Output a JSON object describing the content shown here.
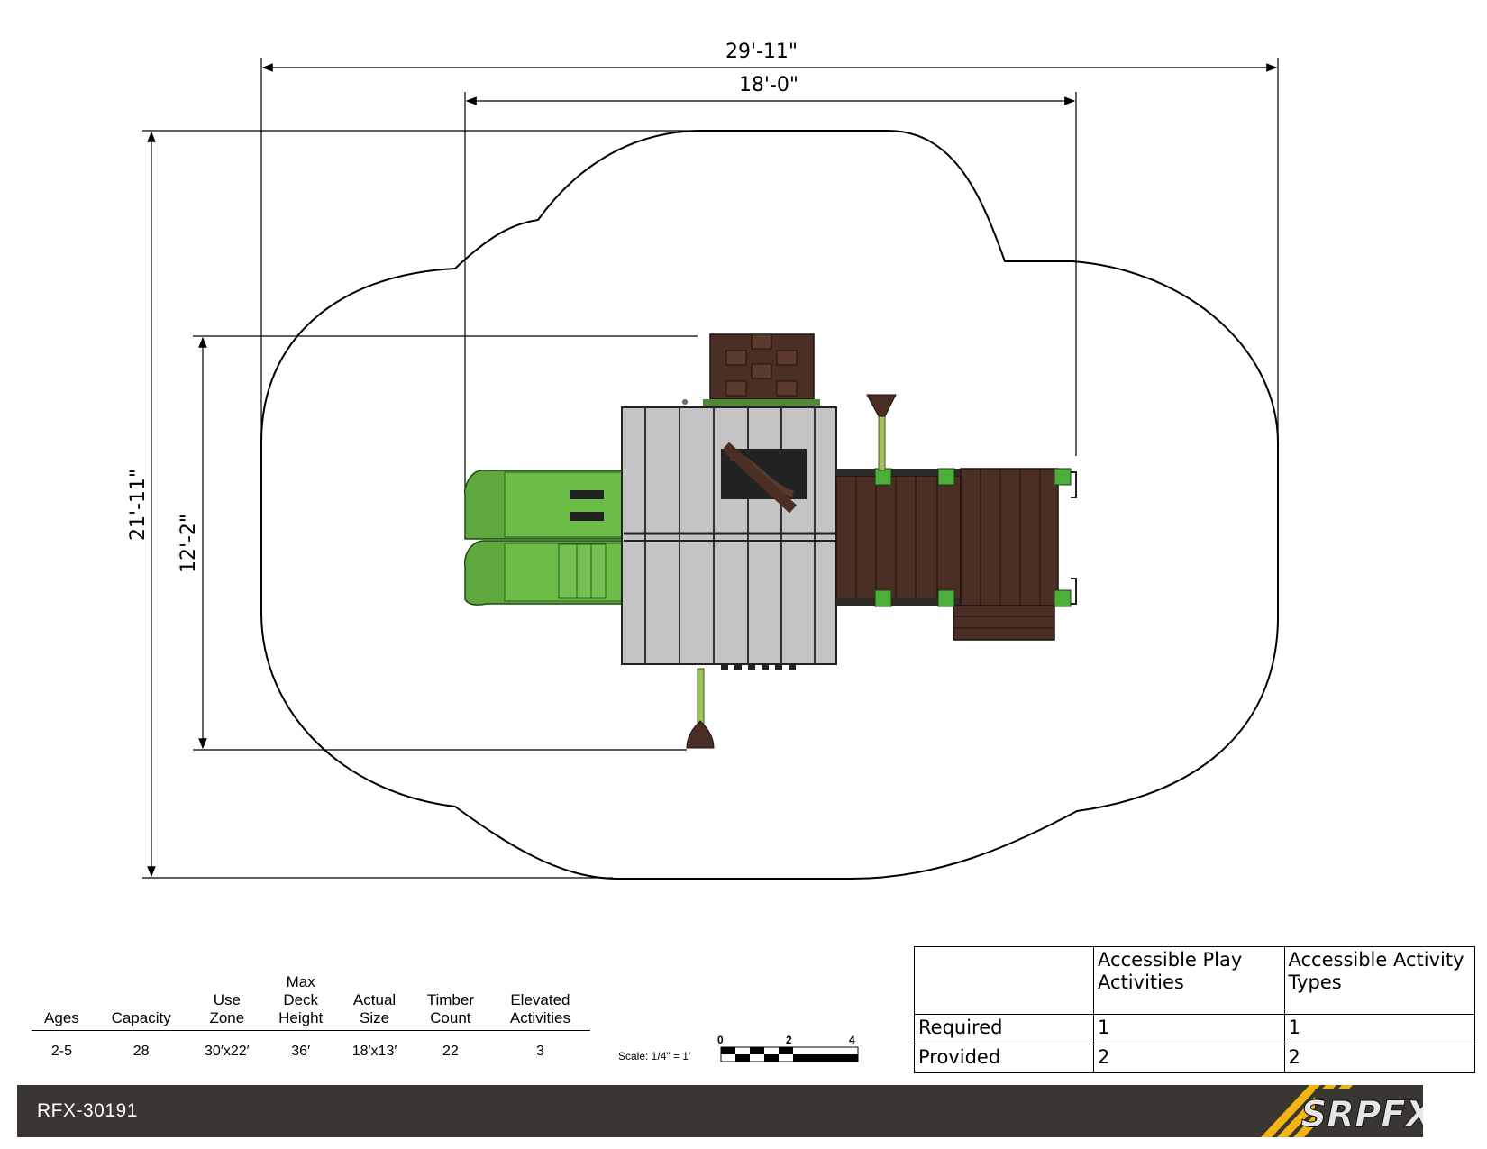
{
  "dimensions": {
    "overall_width": "29'-11\"",
    "structure_width": "18'-0\"",
    "overall_depth": "21'-11\"",
    "structure_depth": "12'-2\""
  },
  "specs": {
    "headers": [
      "Ages",
      "Capacity",
      "Use\nZone",
      "Max\nDeck\nHeight",
      "Actual\nSize",
      "Timber\nCount",
      "Elevated\nActivities"
    ],
    "values": [
      "2-5",
      "28",
      "30′x22′",
      "36′",
      "18′x13′",
      "22",
      "3"
    ]
  },
  "scale": {
    "label": "Scale: 1/4\" = 1'",
    "ticks": [
      "0",
      "2",
      "4"
    ]
  },
  "accessibility": {
    "col1": "Accessible Play Activities",
    "col2": "Accessible Activity Types",
    "rows": [
      {
        "label": "Required",
        "play": "1",
        "types": "1"
      },
      {
        "label": "Provided",
        "play": "2",
        "types": "2"
      }
    ]
  },
  "footer": {
    "model": "RFX-30191",
    "logo_text": "SRPFX"
  },
  "colors": {
    "slide_green": "#5ea83e",
    "deck_gray": "#c4c4c4",
    "wood_brown": "#4b2e24",
    "footer_bg": "#3a3732",
    "logo_yellow": "#f2b413"
  }
}
